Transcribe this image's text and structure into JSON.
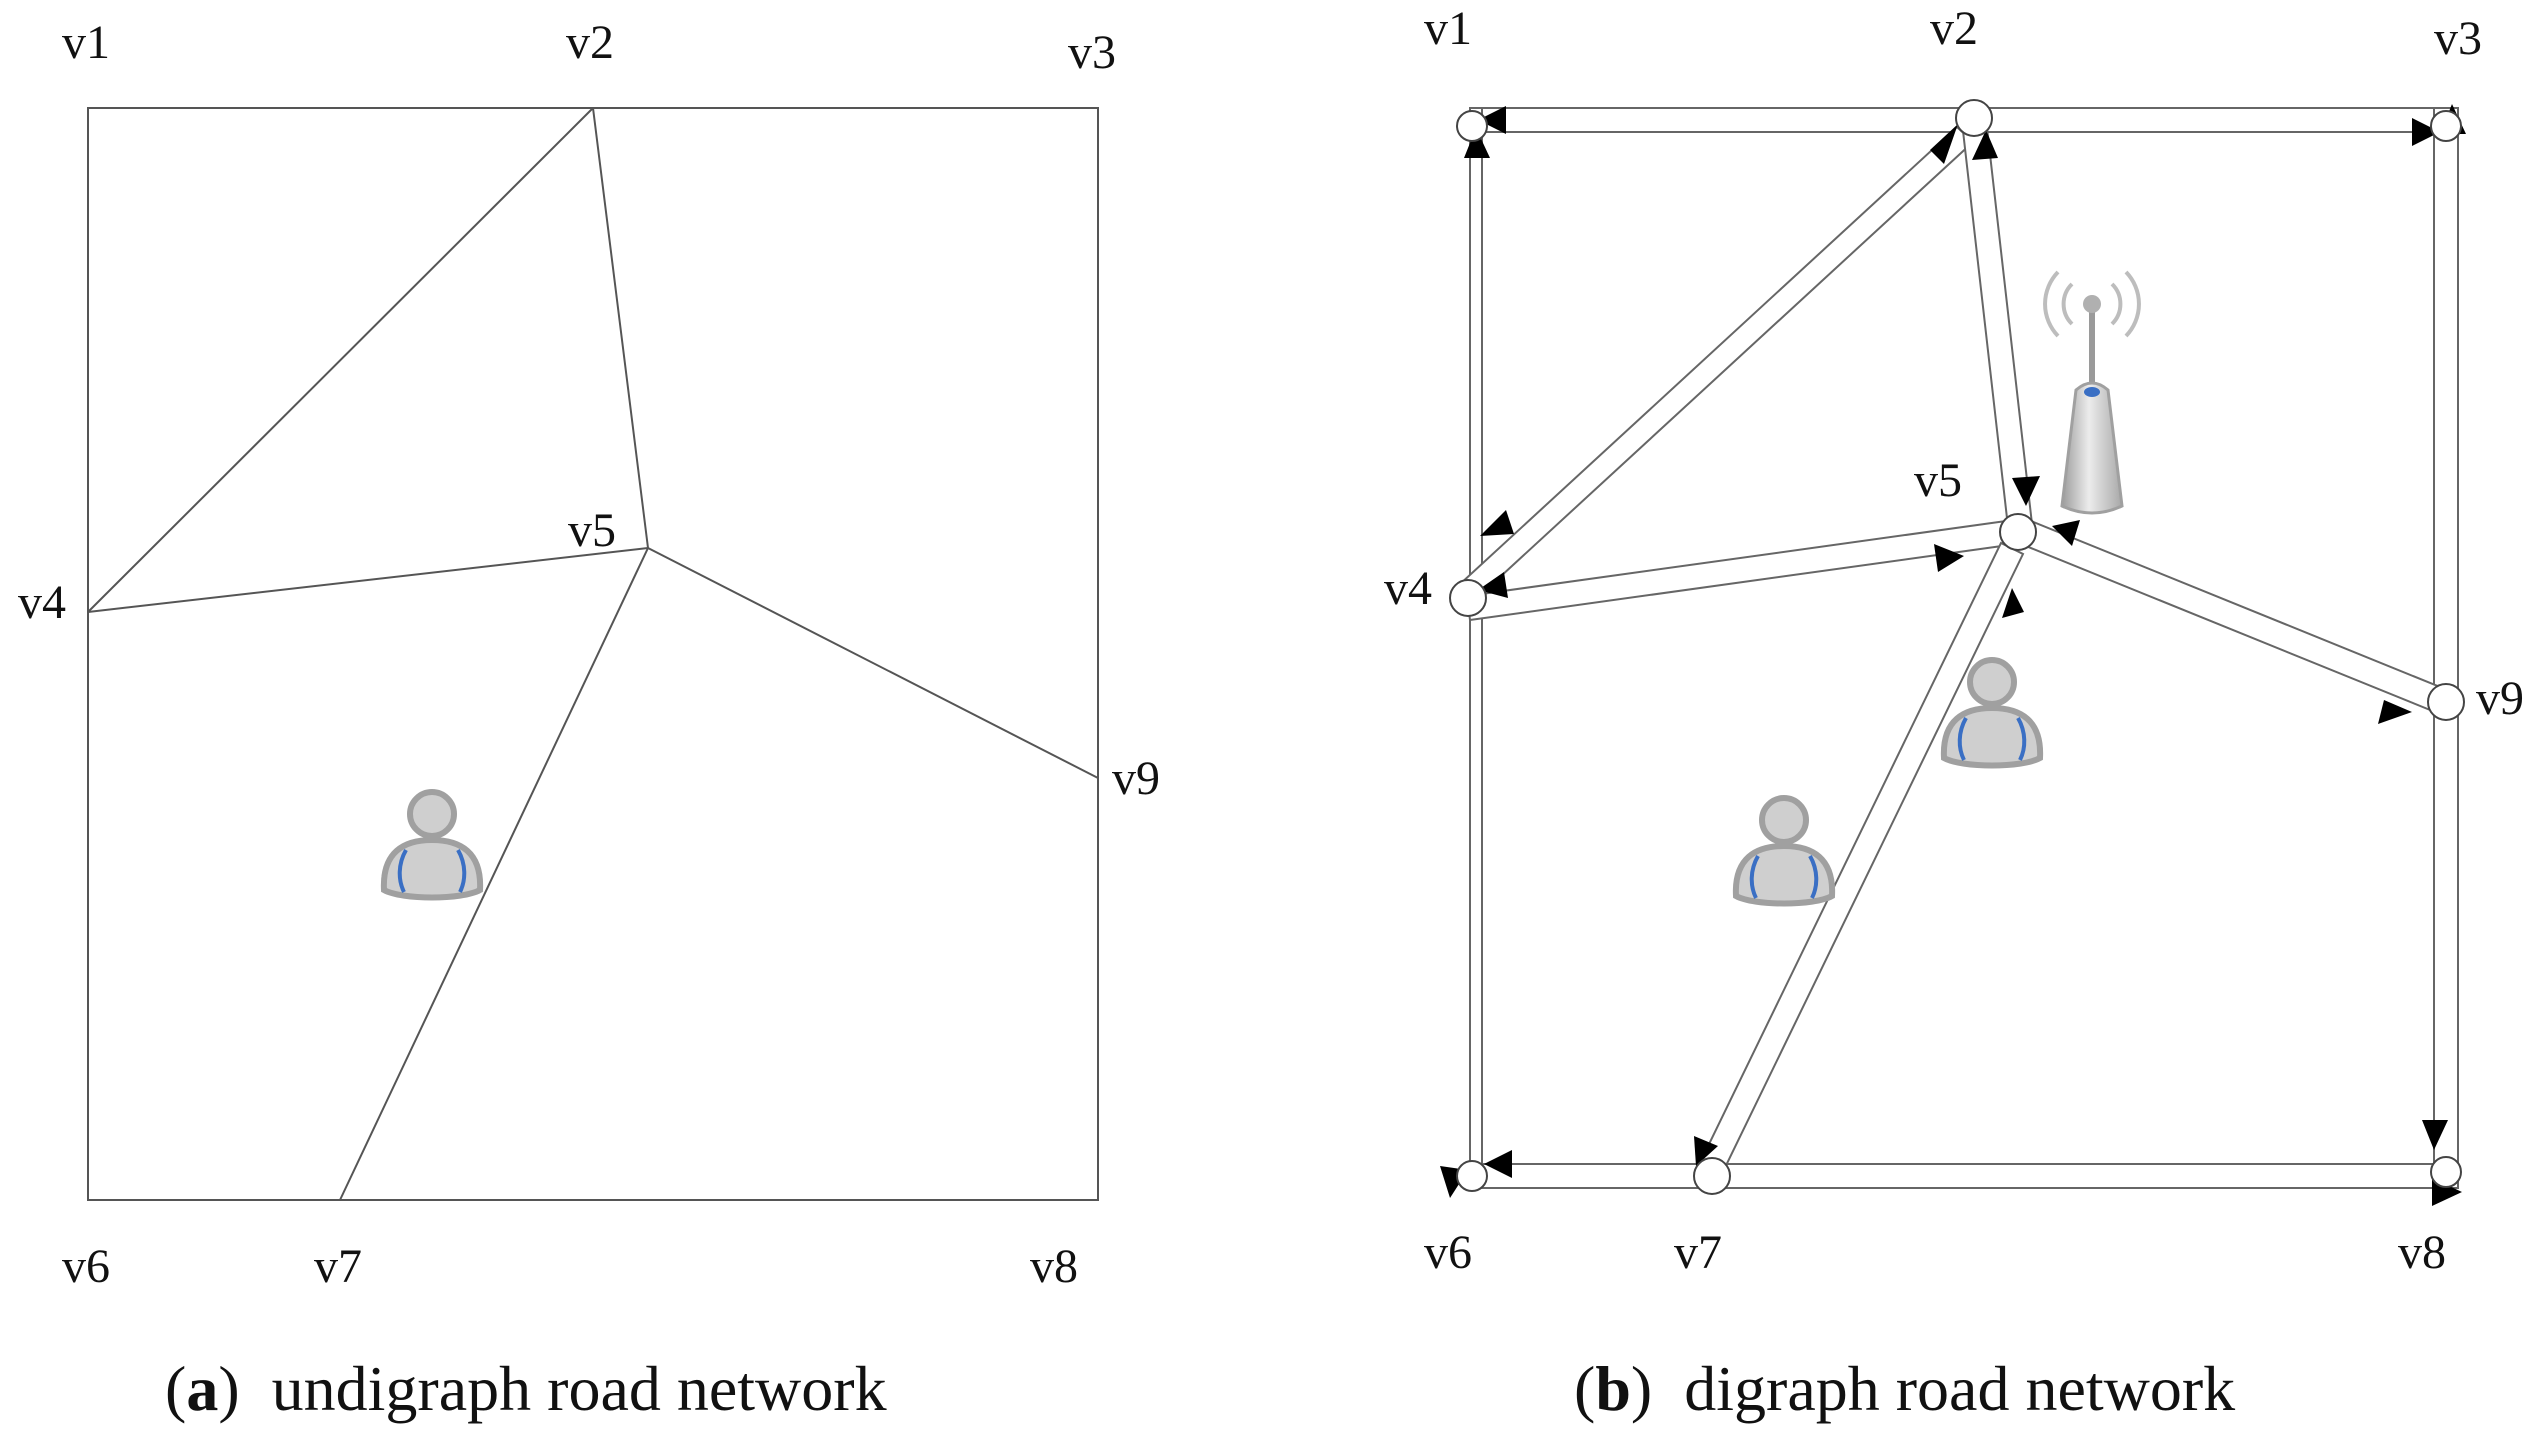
{
  "panel_a": {
    "caption_letter": "a",
    "caption_text": "undigraph road network",
    "vertex_labels": {
      "v1": "v1",
      "v2": "v2",
      "v3": "v3",
      "v4": "v4",
      "v5": "v5",
      "v6": "v6",
      "v7": "v7",
      "v8": "v8",
      "v9": "v9"
    },
    "icons": [
      "user-icon"
    ]
  },
  "panel_b": {
    "caption_letter": "b",
    "caption_text": "digraph road network",
    "vertex_labels": {
      "v1": "v1",
      "v2": "v2",
      "v3": "v3",
      "v4": "v4",
      "v5": "v5",
      "v6": "v6",
      "v7": "v7",
      "v8": "v8",
      "v9": "v9"
    },
    "icons": [
      "user-icon",
      "user-icon",
      "antenna-icon"
    ]
  },
  "colors": {
    "line": "#555555",
    "arrow": "#000000",
    "user_body": "#c8c8c8",
    "user_accent": "#3a6fc4",
    "antenna": "#bdbdbd"
  }
}
